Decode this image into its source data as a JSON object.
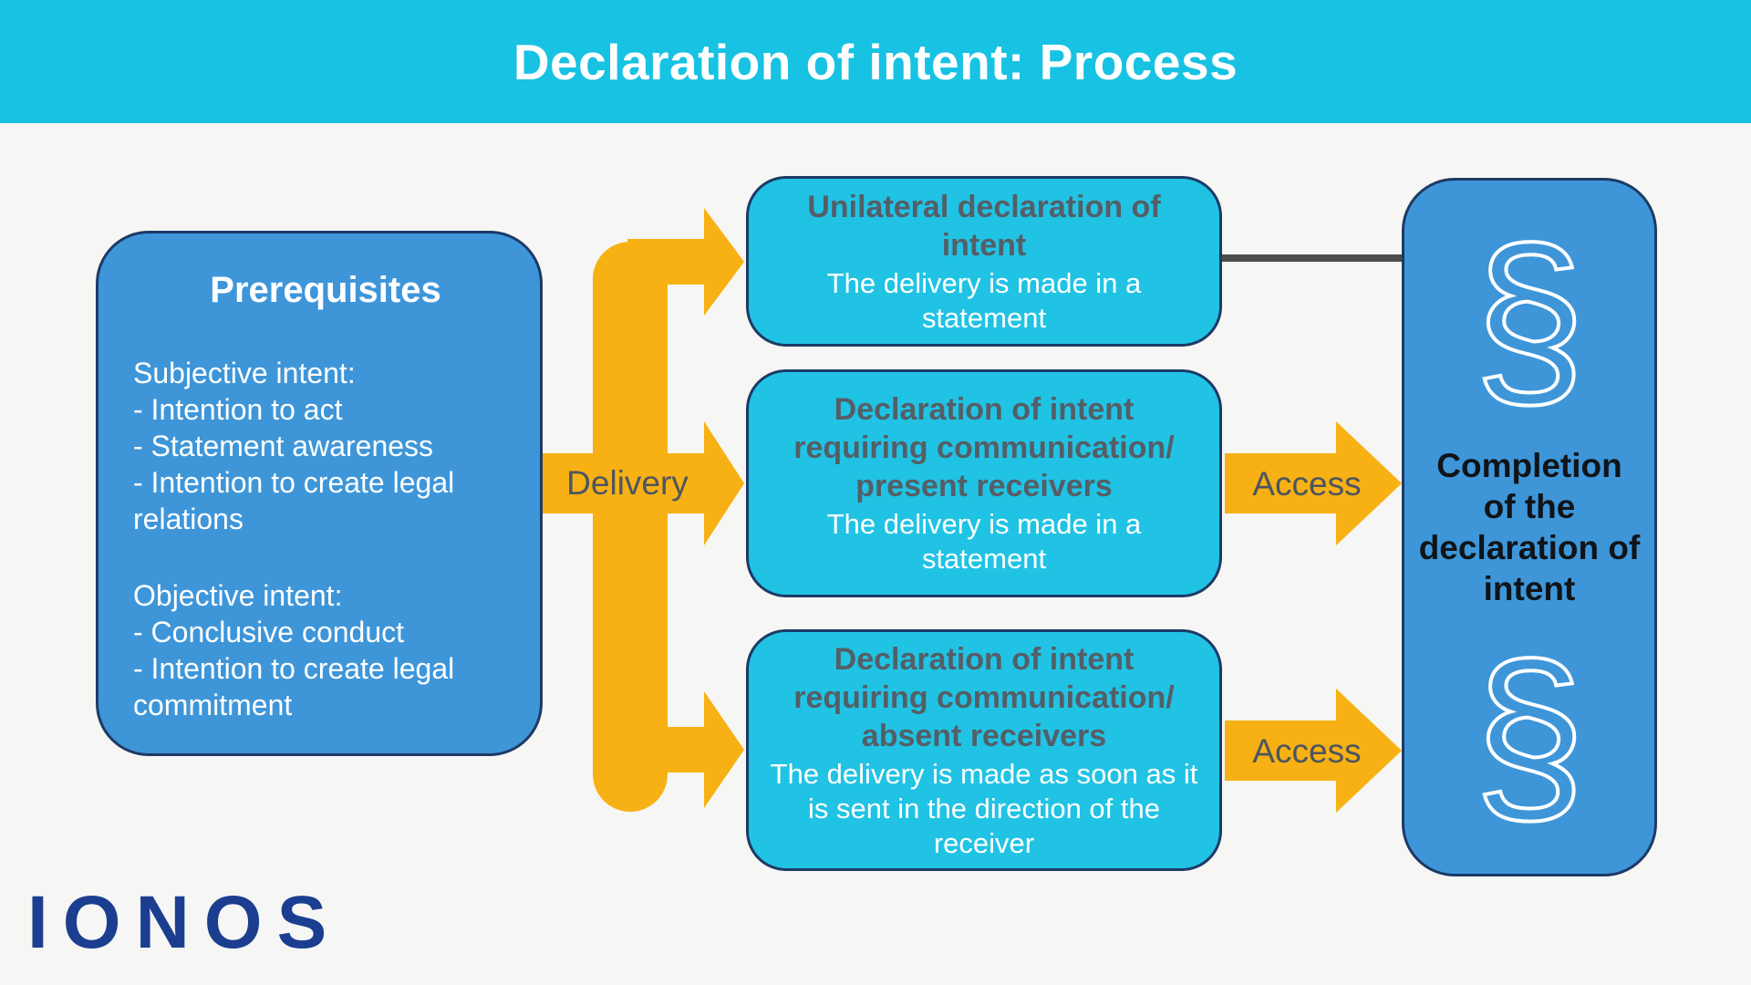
{
  "header": {
    "title": "Declaration of intent: Process"
  },
  "prerequisites": {
    "title": "Prerequisites",
    "subjective": {
      "heading": "Subjective intent:",
      "items": [
        "- Intention to act",
        "- Statement awareness",
        "- Intention to create legal relations"
      ]
    },
    "objective": {
      "heading": "Objective intent:",
      "items": [
        "- Conclusive conduct",
        "- Intention to create legal commitment"
      ]
    }
  },
  "flow": {
    "delivery_label": "Delivery",
    "access_label_top": "Access",
    "access_label_bottom": "Access"
  },
  "process_boxes": [
    {
      "title": "Unilateral declaration of intent",
      "body": "The delivery is made in a statement"
    },
    {
      "title": "Declaration of intent requiring communication/ present receivers",
      "body": "The delivery is made in a statement"
    },
    {
      "title": "Declaration of intent requiring communication/ absent receivers",
      "body": "The delivery is made as soon as it is sent in the direction of the receiver"
    }
  ],
  "completion": {
    "title": "Completion of the declaration of intent",
    "paragraph_symbol": "§"
  },
  "logo": {
    "text": "IONOS"
  },
  "colors": {
    "header_bg": "#17C2E3",
    "process_box_bg": "#20C3E4",
    "blue_box_bg": "#3E96D9",
    "arrow_orange": "#F7B114",
    "border_navy": "#1D3A66",
    "connector_gray": "#4D4D4D",
    "box_title_gray": "#555E66",
    "label_gray": "#4D555E",
    "logo_navy": "#1B3E90",
    "background": "#F6F6F4"
  }
}
